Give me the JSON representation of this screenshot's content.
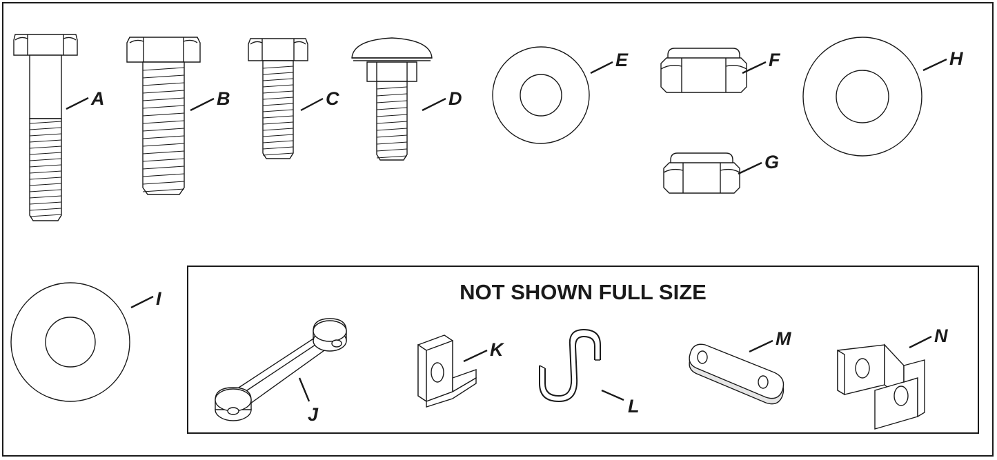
{
  "inset": {
    "title": "NOT SHOWN FULL SIZE"
  },
  "parts": {
    "A": {
      "label": "A",
      "icon": "hex-head-bolt-long-icon"
    },
    "B": {
      "label": "B",
      "icon": "hex-head-bolt-fully-threaded-icon"
    },
    "C": {
      "label": "C",
      "icon": "hex-head-bolt-short-icon"
    },
    "D": {
      "label": "D",
      "icon": "carriage-bolt-icon"
    },
    "E": {
      "label": "E",
      "icon": "flat-washer-icon"
    },
    "F": {
      "label": "F",
      "icon": "lock-nut-large-icon"
    },
    "G": {
      "label": "G",
      "icon": "lock-nut-small-icon"
    },
    "H": {
      "label": "H",
      "icon": "flat-washer-large-icon"
    },
    "I": {
      "label": "I",
      "icon": "flat-washer-extra-large-icon"
    },
    "J": {
      "label": "J",
      "icon": "handle-link-icon"
    },
    "K": {
      "label": "K",
      "icon": "angle-bracket-icon"
    },
    "L": {
      "label": "L",
      "icon": "s-hook-icon"
    },
    "M": {
      "label": "M",
      "icon": "flat-link-plate-icon"
    },
    "N": {
      "label": "N",
      "icon": "u-bracket-icon"
    }
  },
  "colors": {
    "ink": "#1a1a1a",
    "paper": "#ffffff",
    "shade": "#e6e6e6"
  }
}
